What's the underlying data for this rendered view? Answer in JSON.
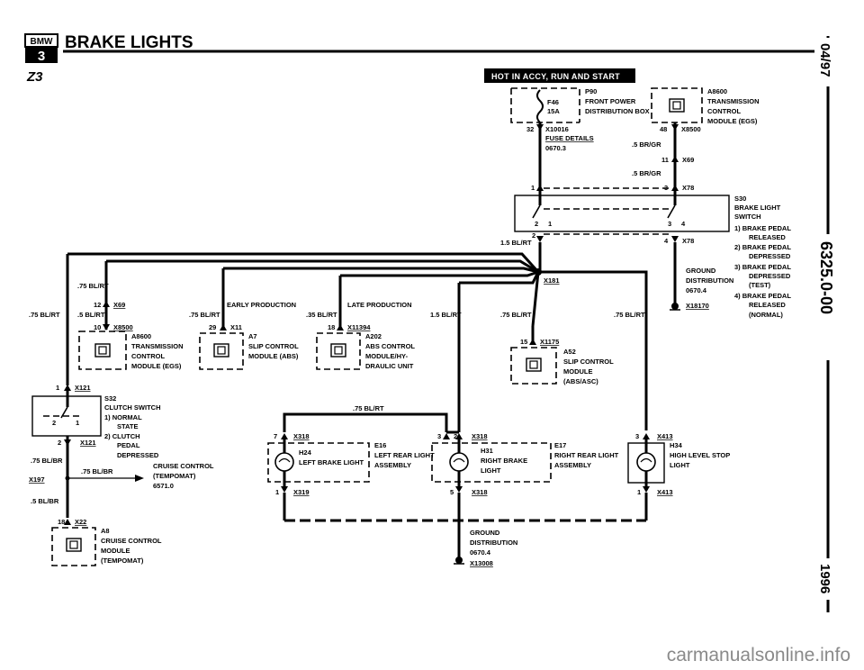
{
  "header": {
    "logo": "BMW",
    "logo_model": "3",
    "model": "Z3",
    "title": "BRAKE LIGHTS"
  },
  "side": {
    "date": "04/97",
    "code": "6325.0-00",
    "year": "1996"
  },
  "hot_banner": "HOT IN ACCY, RUN AND START",
  "fuse": {
    "id": "F46",
    "rating": "15A",
    "box_code": "P90",
    "box_line1": "FRONT POWER",
    "box_line2": "DISTRIBUTION BOX",
    "pin": "32",
    "conn": "X10016",
    "details_label": "FUSE DETAILS",
    "details_code": "0670.3"
  },
  "a8600_top": {
    "code": "A8600",
    "line1": "TRANSMISSION",
    "line2": "CONTROL",
    "line3": "MODULE (EGS)",
    "pin": "48",
    "conn": "X8500",
    "wire": ".5 BR/GR"
  },
  "x69_right": {
    "pin": "11",
    "conn": "X69",
    "wire": ".5 BR/GR"
  },
  "x78": {
    "pin1": "1",
    "pin3": "3",
    "conn": "X78",
    "pin2": "2",
    "pin4": "4",
    "conn2": "X78"
  },
  "s30": {
    "code": "S30",
    "line1": "BRAKE LIGHT",
    "line2": "SWITCH",
    "c1a": "1)  BRAKE PEDAL",
    "c1b": "RELEASED",
    "c2a": "2)  BRAKE PEDAL",
    "c2b": "DEPRESSED",
    "c3a": "3)  BRAKE PEDAL",
    "c3b": "DEPRESSED",
    "c3c": "(TEST)",
    "c4a": "4)  BRAKE PEDAL",
    "c4b": "RELEASED",
    "c4c": "(NORMAL)",
    "sw_a": "2",
    "sw_b": "1",
    "sw_c": "3",
    "sw_d": "4"
  },
  "gnd_right": {
    "line1": "GROUND",
    "line2": "DISTRIBUTION",
    "code": "0670.4",
    "conn": "X18170"
  },
  "x181": {
    "conn": "X181"
  },
  "wire_labels": {
    "w15blrt": "1.5 BL/RT",
    "w75blrt_top": ".75 BL/RT",
    "w75blrt_left": ".75 BL/RT",
    "w5blrt": ".5 BL/RT",
    "w75blrt_mid": ".75 BL/RT",
    "w35blrt": ".35 BL/RT",
    "w15blrt_mid": "1.5 BL/RT",
    "w75blrt_c": ".75 BL/RT",
    "w75blrt_r": ".75 BL/RT",
    "w75blrt_bus": ".75 BL/RT",
    "w75blbr": ".75 BL/BR",
    "w75blbr2": ".75 BL/BR",
    "w5blbr": ".5 BL/BR"
  },
  "x69_left": {
    "pin": "12",
    "conn": "X69"
  },
  "a8600_left": {
    "pin": "10",
    "conn": "X8500",
    "code": "A8600",
    "line1": "TRANSMISSION",
    "line2": "CONTROL",
    "line3": "MODULE (EGS)"
  },
  "early": {
    "label": "EARLY PRODUCTION",
    "pin": "29",
    "conn": "X11",
    "code": "A7",
    "line1": "SLIP CONTROL",
    "line2": "MODULE (ABS)"
  },
  "late": {
    "label": "LATE PRODUCTION",
    "pin": "18",
    "conn": "X11394",
    "code": "A202",
    "line1": "ABS CONTROL",
    "line2": "MODULE/HY-",
    "line3": "DRAULIC UNIT"
  },
  "a52": {
    "pin": "15",
    "conn": "X1175",
    "code": "A52",
    "line1": "SLIP CONTROL",
    "line2": "MODULE",
    "line3": "(ABS/ASC)"
  },
  "s32": {
    "pin": "1",
    "conn": "X121",
    "code": "S32",
    "line1": "CLUTCH SWITCH",
    "c1a": "1)  NORMAL",
    "c1b": "STATE",
    "c2a": "2)  CLUTCH",
    "c2b": "PEDAL",
    "c2c": "DEPRESSED",
    "pin2": "2",
    "conn2": "X121",
    "sw_a": "2",
    "sw_b": "1"
  },
  "cruise_link": {
    "conn": "X197",
    "line1": "CRUISE CONTROL",
    "line2": "(TEMPOMAT)",
    "code": "6571.0"
  },
  "a8": {
    "pin": "18",
    "conn": "X22",
    "code": "A8",
    "line1": "CRUISE CONTROL",
    "line2": "MODULE",
    "line3": "(TEMPOMAT)"
  },
  "e16": {
    "pin_top": "7",
    "conn_top": "X318",
    "code": "E16",
    "line1": "LEFT REAR LIGHT",
    "line2": "ASSEMBLY",
    "lamp": "H24",
    "lamp_label": "LEFT BRAKE LIGHT",
    "pin_bot": "1",
    "conn_bot": "X319"
  },
  "e17": {
    "pin_top": "3",
    "pin_top2": "2",
    "conn_top": "X318",
    "code": "E17",
    "line1": "RIGHT REAR LIGHT",
    "line2": "ASSEMBLY",
    "lamp": "H31",
    "lamp_l1": "RIGHT BRAKE",
    "lamp_l2": "LIGHT",
    "pin_bot": "5",
    "conn_bot": "X318"
  },
  "h34": {
    "pin_top": "3",
    "conn_top": "X413",
    "code": "H34",
    "line1": "HIGH LEVEL STOP",
    "line2": "LIGHT",
    "pin_bot": "1",
    "conn_bot": "X413"
  },
  "gnd_bottom": {
    "line1": "GROUND",
    "line2": "DISTRIBUTION",
    "code": "0670.4",
    "conn": "X13008"
  },
  "watermark": "carmanualsonline.info"
}
